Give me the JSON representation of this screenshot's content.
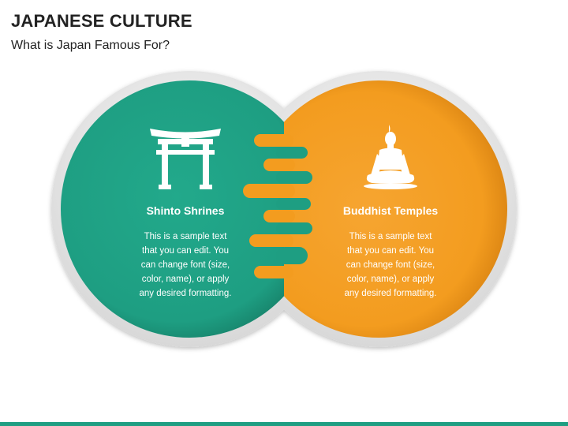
{
  "header": {
    "title": "JAPANESE CULTURE",
    "subtitle": "What is Japan Famous For?"
  },
  "colors": {
    "teal": "#1e9e82",
    "teal_dark": "#157a63",
    "orange": "#f39c1f",
    "orange_dark": "#d9800c",
    "ring": "#e6e6e6",
    "bottom_bar": "#1e9e82"
  },
  "left": {
    "icon": "torii-gate-icon",
    "heading": "Shinto Shrines",
    "lines": [
      "This is a sample text",
      "that you can edit. You",
      "can change font (size,",
      "color, name), or apply",
      "any desired formatting."
    ]
  },
  "right": {
    "icon": "buddha-icon",
    "heading": "Buddhist Temples",
    "lines": [
      "This is a sample text",
      "that you can edit. You",
      "can change font (size,",
      "color, name), or apply",
      "any desired formatting."
    ]
  }
}
